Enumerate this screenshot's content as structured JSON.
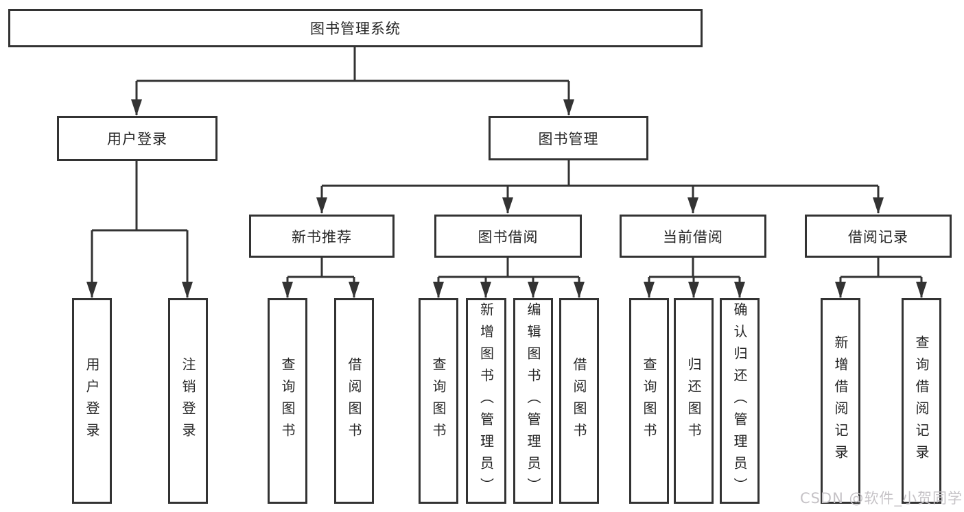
{
  "root": {
    "label": "图书管理系统"
  },
  "level2": [
    {
      "label": "用户登录"
    },
    {
      "label": "图书管理"
    }
  ],
  "loginLeaves": [
    "用户登录",
    "注销登录"
  ],
  "groups": [
    {
      "label": "新书推荐",
      "leaves": [
        "查询图书",
        "借阅图书"
      ]
    },
    {
      "label": "图书借阅",
      "leaves": [
        "查询图书",
        "新增图书（管理员）",
        "编辑图书（管理员）",
        "借阅图书"
      ]
    },
    {
      "label": "当前借阅",
      "leaves": [
        "查询图书",
        "归还图书",
        "确认归还（管理员）"
      ]
    },
    {
      "label": "借阅记录",
      "leaves": [
        "新增借阅记录",
        "查询借阅记录"
      ]
    }
  ],
  "watermark": "CSDN @软件_小贺同学",
  "colors": {
    "line": "#333333",
    "border": "#333333",
    "text": "#262626",
    "watermark": "#c5c2c6",
    "background": "#ffffff"
  }
}
